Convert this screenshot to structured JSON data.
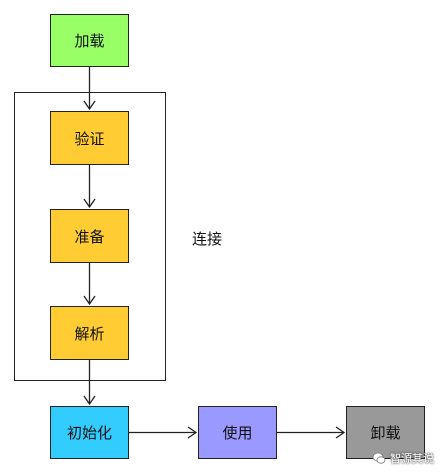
{
  "nodes": {
    "load": {
      "label": "加载",
      "color": "#99ff66"
    },
    "verify": {
      "label": "验证",
      "color": "#ffcc33"
    },
    "prepare": {
      "label": "准备",
      "color": "#ffcc33"
    },
    "resolve": {
      "label": "解析",
      "color": "#ffcc33"
    },
    "init": {
      "label": "初始化",
      "color": "#33ccff"
    },
    "use": {
      "label": "使用",
      "color": "#9999ff"
    },
    "unload": {
      "label": "卸载",
      "color": "#999999"
    }
  },
  "group": {
    "label": "连接"
  },
  "watermark": {
    "text": "智源其说"
  }
}
